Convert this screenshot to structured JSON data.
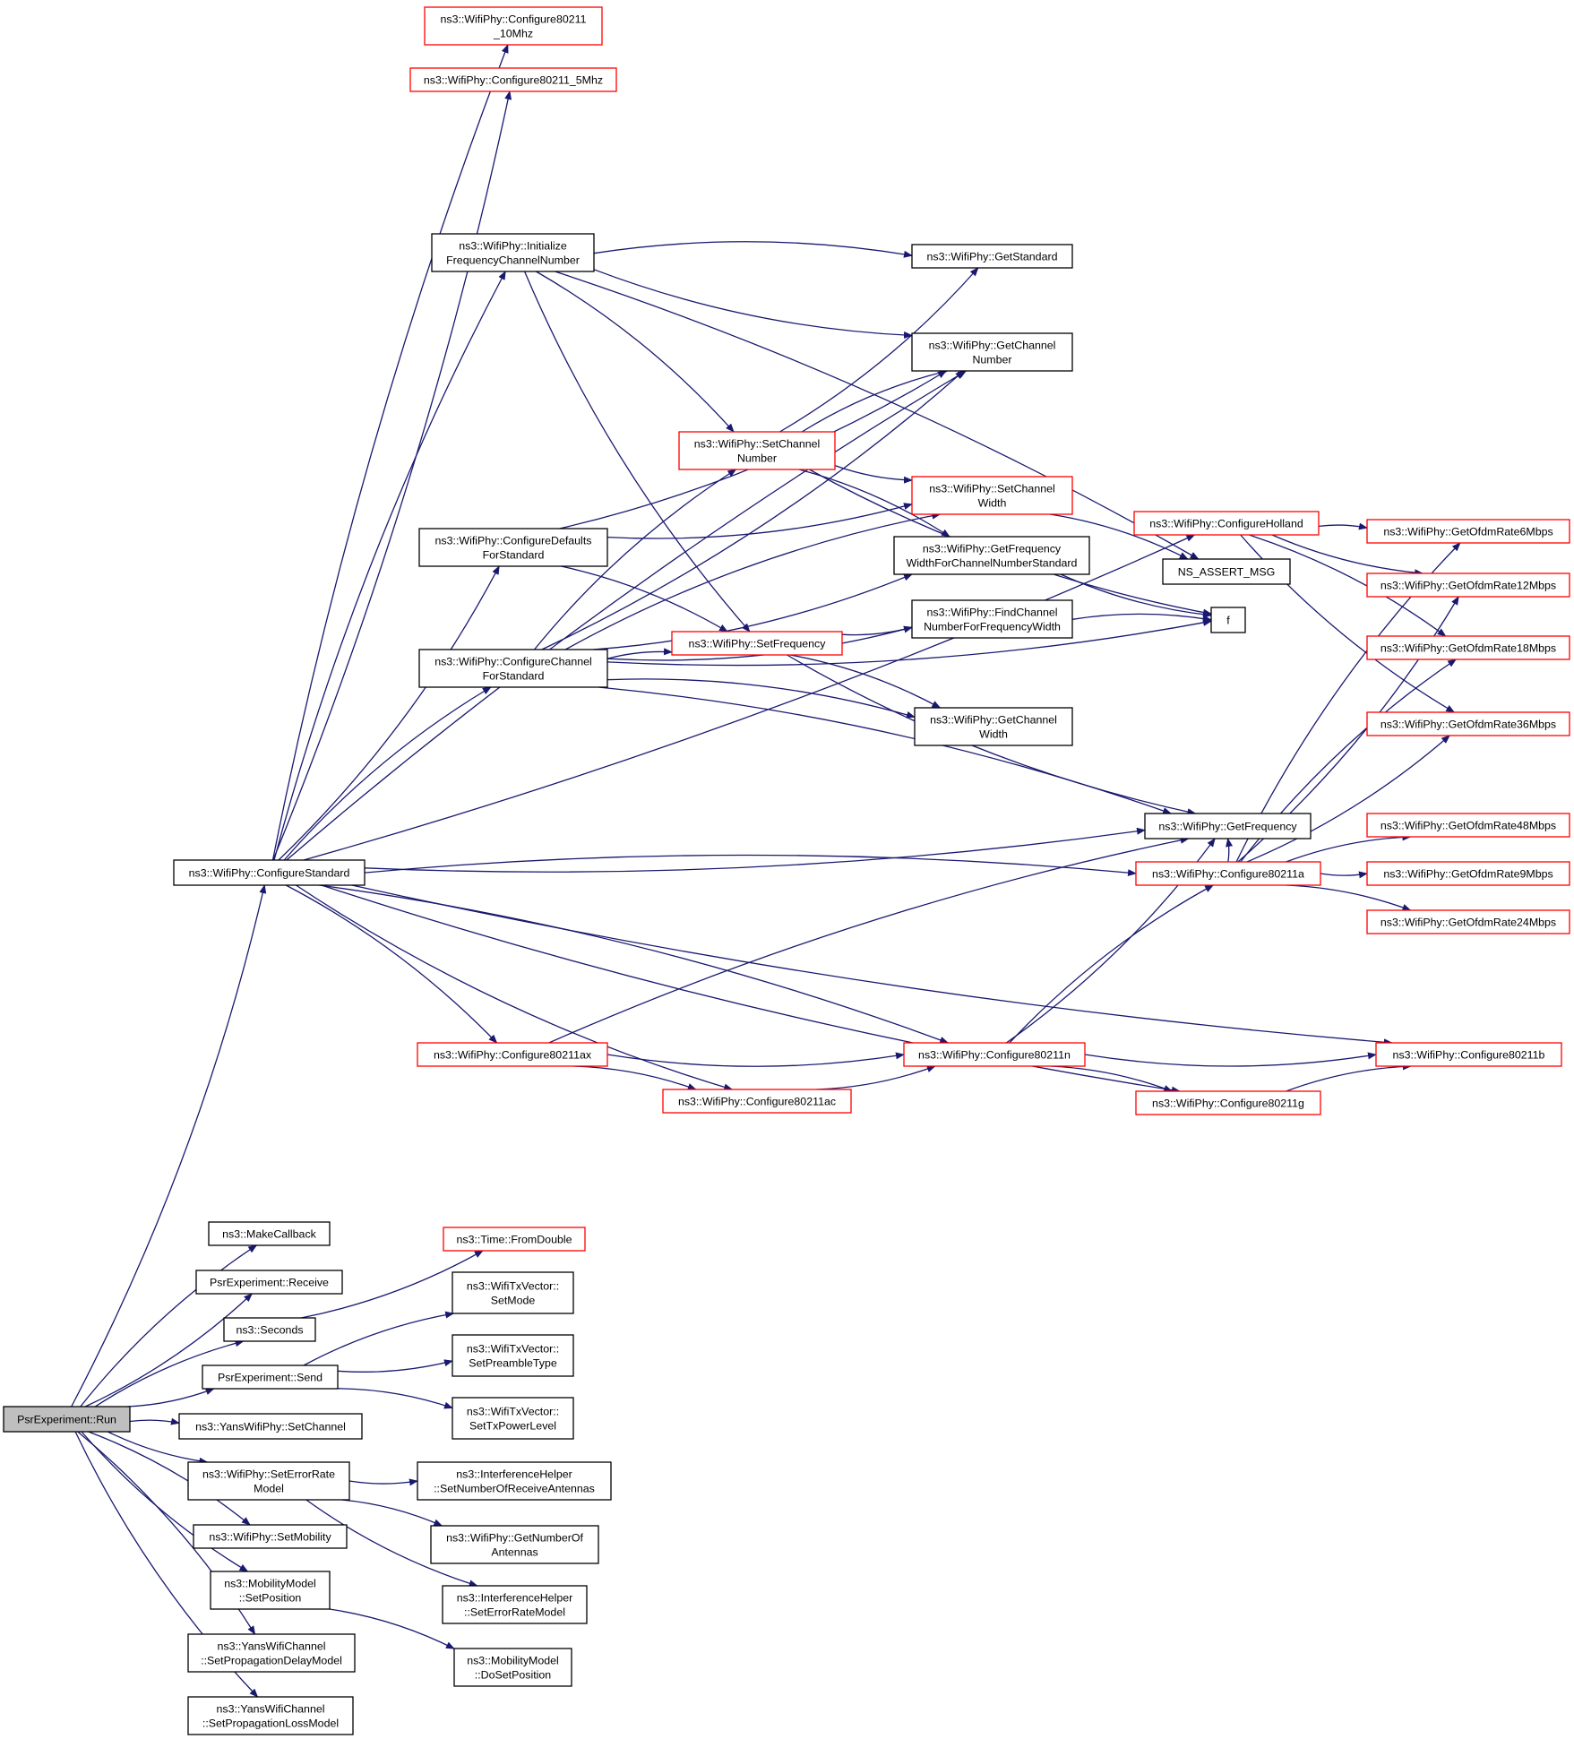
{
  "root_color": "#bfbfbf",
  "edge_color": "#191970",
  "node_border_default": "#000000",
  "node_border_truncated": "#ff0000",
  "nodes": [
    {
      "id": "run",
      "lines": [
        "PsrExperiment::Run"
      ],
      "kind": "root"
    },
    {
      "id": "cfg10",
      "lines": [
        "ns3::WifiPhy::Configure80211",
        "_10Mhz"
      ],
      "kind": "red"
    },
    {
      "id": "cfg5",
      "lines": [
        "ns3::WifiPhy::Configure80211_5Mhz"
      ],
      "kind": "red"
    },
    {
      "id": "initfreq",
      "lines": [
        "ns3::WifiPhy::Initialize",
        "FrequencyChannelNumber"
      ],
      "kind": "black"
    },
    {
      "id": "getstd",
      "lines": [
        "ns3::WifiPhy::GetStandard"
      ],
      "kind": "black"
    },
    {
      "id": "getchnum",
      "lines": [
        "ns3::WifiPhy::GetChannel",
        "Number"
      ],
      "kind": "black"
    },
    {
      "id": "setchnum",
      "lines": [
        "ns3::WifiPhy::SetChannel",
        "Number"
      ],
      "kind": "red"
    },
    {
      "id": "setchw",
      "lines": [
        "ns3::WifiPhy::SetChannel",
        "Width"
      ],
      "kind": "red"
    },
    {
      "id": "cfgholland",
      "lines": [
        "ns3::WifiPhy::ConfigureHolland"
      ],
      "kind": "red"
    },
    {
      "id": "cfgdef",
      "lines": [
        "ns3::WifiPhy::ConfigureDefaults",
        "ForStandard"
      ],
      "kind": "black"
    },
    {
      "id": "getfreqw",
      "lines": [
        "ns3::WifiPhy::GetFrequency",
        "WidthForChannelNumberStandard"
      ],
      "kind": "black"
    },
    {
      "id": "nsassert",
      "lines": [
        "NS_ASSERT_MSG"
      ],
      "kind": "black"
    },
    {
      "id": "findch",
      "lines": [
        "ns3::WifiPhy::FindChannel",
        "NumberForFrequencyWidth"
      ],
      "kind": "black"
    },
    {
      "id": "f",
      "lines": [
        "f"
      ],
      "kind": "black"
    },
    {
      "id": "cfgch",
      "lines": [
        "ns3::WifiPhy::ConfigureChannel",
        "ForStandard"
      ],
      "kind": "black"
    },
    {
      "id": "setfreq",
      "lines": [
        "ns3::WifiPhy::SetFrequency"
      ],
      "kind": "red"
    },
    {
      "id": "getchw",
      "lines": [
        "ns3::WifiPhy::GetChannel",
        "Width"
      ],
      "kind": "black"
    },
    {
      "id": "ofdm6",
      "lines": [
        "ns3::WifiPhy::GetOfdmRate6Mbps"
      ],
      "kind": "red"
    },
    {
      "id": "ofdm12",
      "lines": [
        "ns3::WifiPhy::GetOfdmRate12Mbps"
      ],
      "kind": "red"
    },
    {
      "id": "ofdm18",
      "lines": [
        "ns3::WifiPhy::GetOfdmRate18Mbps"
      ],
      "kind": "red"
    },
    {
      "id": "ofdm36",
      "lines": [
        "ns3::WifiPhy::GetOfdmRate36Mbps"
      ],
      "kind": "red"
    },
    {
      "id": "getfreq",
      "lines": [
        "ns3::WifiPhy::GetFrequency"
      ],
      "kind": "black"
    },
    {
      "id": "ofdm48",
      "lines": [
        "ns3::WifiPhy::GetOfdmRate48Mbps"
      ],
      "kind": "red"
    },
    {
      "id": "cfgstd",
      "lines": [
        "ns3::WifiPhy::ConfigureStandard"
      ],
      "kind": "black"
    },
    {
      "id": "cfga",
      "lines": [
        "ns3::WifiPhy::Configure80211a"
      ],
      "kind": "red"
    },
    {
      "id": "ofdm9",
      "lines": [
        "ns3::WifiPhy::GetOfdmRate9Mbps"
      ],
      "kind": "red"
    },
    {
      "id": "ofdm24",
      "lines": [
        "ns3::WifiPhy::GetOfdmRate24Mbps"
      ],
      "kind": "red"
    },
    {
      "id": "cfgax",
      "lines": [
        "ns3::WifiPhy::Configure80211ax"
      ],
      "kind": "red"
    },
    {
      "id": "cfgn",
      "lines": [
        "ns3::WifiPhy::Configure80211n"
      ],
      "kind": "red"
    },
    {
      "id": "cfgb",
      "lines": [
        "ns3::WifiPhy::Configure80211b"
      ],
      "kind": "red"
    },
    {
      "id": "cfgac",
      "lines": [
        "ns3::WifiPhy::Configure80211ac"
      ],
      "kind": "red"
    },
    {
      "id": "cfgg",
      "lines": [
        "ns3::WifiPhy::Configure80211g"
      ],
      "kind": "red"
    },
    {
      "id": "makecb",
      "lines": [
        "ns3::MakeCallback"
      ],
      "kind": "black"
    },
    {
      "id": "fromdouble",
      "lines": [
        "ns3::Time::FromDouble"
      ],
      "kind": "red"
    },
    {
      "id": "receive",
      "lines": [
        "PsrExperiment::Receive"
      ],
      "kind": "black"
    },
    {
      "id": "setmode",
      "lines": [
        "ns3::WifiTxVector::",
        "SetMode"
      ],
      "kind": "black"
    },
    {
      "id": "seconds",
      "lines": [
        "ns3::Seconds"
      ],
      "kind": "black"
    },
    {
      "id": "setpre",
      "lines": [
        "ns3::WifiTxVector::",
        "SetPreambleType"
      ],
      "kind": "black"
    },
    {
      "id": "send",
      "lines": [
        "PsrExperiment::Send"
      ],
      "kind": "black"
    },
    {
      "id": "settxp",
      "lines": [
        "ns3::WifiTxVector::",
        "SetTxPowerLevel"
      ],
      "kind": "black"
    },
    {
      "id": "yanssetch",
      "lines": [
        "ns3::YansWifiPhy::SetChannel"
      ],
      "kind": "black"
    },
    {
      "id": "seterr",
      "lines": [
        "ns3::WifiPhy::SetErrorRate",
        "Model"
      ],
      "kind": "black"
    },
    {
      "id": "ihrecv",
      "lines": [
        "ns3::InterferenceHelper",
        "::SetNumberOfReceiveAntennas"
      ],
      "kind": "black"
    },
    {
      "id": "setmob",
      "lines": [
        "ns3::WifiPhy::SetMobility"
      ],
      "kind": "black"
    },
    {
      "id": "getnant",
      "lines": [
        "ns3::WifiPhy::GetNumberOf",
        "Antennas"
      ],
      "kind": "black"
    },
    {
      "id": "mmsetpos",
      "lines": [
        "ns3::MobilityModel",
        "::SetPosition"
      ],
      "kind": "black"
    },
    {
      "id": "iherr",
      "lines": [
        "ns3::InterferenceHelper",
        "::SetErrorRateModel"
      ],
      "kind": "black"
    },
    {
      "id": "yansdelay",
      "lines": [
        "ns3::YansWifiChannel",
        "::SetPropagationDelayModel"
      ],
      "kind": "black"
    },
    {
      "id": "mmdoset",
      "lines": [
        "ns3::MobilityModel",
        "::DoSetPosition"
      ],
      "kind": "black"
    },
    {
      "id": "yansloss",
      "lines": [
        "ns3::YansWifiChannel",
        "::SetPropagationLossModel"
      ],
      "kind": "black"
    }
  ],
  "edges": [
    [
      "run",
      "cfgstd"
    ],
    [
      "run",
      "makecb"
    ],
    [
      "run",
      "receive"
    ],
    [
      "run",
      "seconds"
    ],
    [
      "run",
      "send"
    ],
    [
      "run",
      "yanssetch"
    ],
    [
      "run",
      "seterr"
    ],
    [
      "run",
      "setmob"
    ],
    [
      "run",
      "mmsetpos"
    ],
    [
      "run",
      "yansdelay"
    ],
    [
      "run",
      "yansloss"
    ],
    [
      "cfgstd",
      "cfg10"
    ],
    [
      "cfgstd",
      "cfg5"
    ],
    [
      "cfgstd",
      "initfreq"
    ],
    [
      "cfgstd",
      "cfgholland"
    ],
    [
      "cfgstd",
      "getchnum"
    ],
    [
      "cfgstd",
      "cfgdef"
    ],
    [
      "cfgstd",
      "cfgch"
    ],
    [
      "cfgstd",
      "getfreq"
    ],
    [
      "cfgstd",
      "cfga"
    ],
    [
      "cfgstd",
      "cfgb"
    ],
    [
      "cfgstd",
      "cfgax"
    ],
    [
      "cfgstd",
      "cfgac"
    ],
    [
      "cfgstd",
      "cfgn"
    ],
    [
      "cfgstd",
      "cfgg"
    ],
    [
      "initfreq",
      "getstd"
    ],
    [
      "initfreq",
      "getchnum"
    ],
    [
      "initfreq",
      "setchnum"
    ],
    [
      "initfreq",
      "setfreq"
    ],
    [
      "initfreq",
      "nsassert"
    ],
    [
      "setchnum",
      "getstd"
    ],
    [
      "setchnum",
      "getchnum"
    ],
    [
      "setchnum",
      "setchw"
    ],
    [
      "setchnum",
      "getfreqw"
    ],
    [
      "setchnum",
      "f"
    ],
    [
      "setchw",
      "nsassert"
    ],
    [
      "getfreqw",
      "f"
    ],
    [
      "findch",
      "f"
    ],
    [
      "cfgdef",
      "setchw"
    ],
    [
      "cfgdef",
      "setfreq"
    ],
    [
      "cfgdef",
      "getchnum"
    ],
    [
      "cfgch",
      "setchnum"
    ],
    [
      "cfgch",
      "getchnum"
    ],
    [
      "cfgch",
      "setchw"
    ],
    [
      "cfgch",
      "getfreqw"
    ],
    [
      "cfgch",
      "setfreq"
    ],
    [
      "cfgch",
      "findch"
    ],
    [
      "cfgch",
      "getchw"
    ],
    [
      "cfgch",
      "f"
    ],
    [
      "cfgch",
      "getfreq"
    ],
    [
      "setfreq",
      "findch"
    ],
    [
      "setfreq",
      "getchw"
    ],
    [
      "setfreq",
      "getfreq"
    ],
    [
      "cfgholland",
      "ofdm6"
    ],
    [
      "cfgholland",
      "ofdm12"
    ],
    [
      "cfgholland",
      "ofdm18"
    ],
    [
      "cfgholland",
      "ofdm36"
    ],
    [
      "cfga",
      "ofdm6"
    ],
    [
      "cfga",
      "ofdm12"
    ],
    [
      "cfga",
      "ofdm18"
    ],
    [
      "cfga",
      "ofdm36"
    ],
    [
      "cfga",
      "ofdm48"
    ],
    [
      "cfga",
      "ofdm9"
    ],
    [
      "cfga",
      "ofdm24"
    ],
    [
      "cfga",
      "getfreq"
    ],
    [
      "cfgax",
      "cfgac"
    ],
    [
      "cfgax",
      "cfgn"
    ],
    [
      "cfgax",
      "getfreq"
    ],
    [
      "cfgac",
      "cfgn"
    ],
    [
      "cfgn",
      "cfga"
    ],
    [
      "cfgn",
      "cfgb"
    ],
    [
      "cfgn",
      "cfgg"
    ],
    [
      "cfgn",
      "getfreq"
    ],
    [
      "cfgg",
      "cfgb"
    ],
    [
      "seconds",
      "fromdouble"
    ],
    [
      "send",
      "setmode"
    ],
    [
      "send",
      "setpre"
    ],
    [
      "send",
      "settxp"
    ],
    [
      "seterr",
      "ihrecv"
    ],
    [
      "seterr",
      "getnant"
    ],
    [
      "seterr",
      "iherr"
    ],
    [
      "mmsetpos",
      "mmdoset"
    ]
  ]
}
